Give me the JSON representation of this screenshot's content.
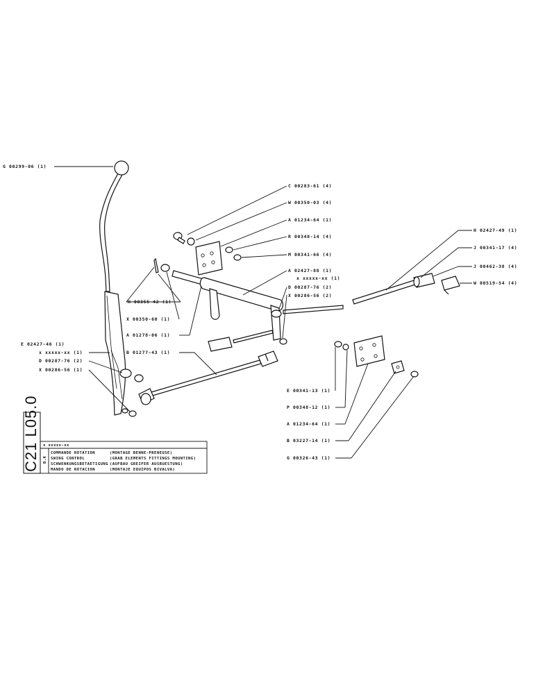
{
  "labels": {
    "g00299": "G 00299-06 (1)",
    "c00283": "C 00283-61 (4)",
    "w00350": "W 00350-03 (4)",
    "a01234a": "A 01234-64 (1)",
    "r00348": "R 00348-14 (4)",
    "m00341": "M 00341-66 (4)",
    "h02427": "H 02427-49 (1)",
    "j00341": "J 00341-17 (4)",
    "j00462": "J 00462-38 (4)",
    "w00519": "W 00519-54 (4)",
    "a02427": "A 02427-88 (1)",
    "xcode1": "x xxxxx-xx (1)",
    "d00287b": "D 00287-76 (2)",
    "x00286b": "X 00286-56 (2)",
    "h00355": "H 00355-42 (1)",
    "x00350": "X 00350-60 (1)",
    "a01278": "A 01278-06 (1)",
    "b01277": "B 01277-43 (1)",
    "e02427": "E 02427-46 (1)",
    "xcode2": "x xxxxx-xx (1)",
    "d00287a": "D 00287-76 (2)",
    "x00286a": "X 00286-56 (1)",
    "e00341": "E 00341-13 (1)",
    "p00348": "P 00348-12 (1)",
    "a01234b": "A 01234-64 (1)",
    "b03227": "B 03227-14 (1)",
    "g00326": "G 00326-43 (1)"
  },
  "title_block": {
    "code": "x xxxxx-xx",
    "sheet_number": "C21 L05.0",
    "rev_mark": "B.K",
    "lines_left": [
      "COMMANDE ROTATION",
      "SWING CONTROL",
      "SCHWENKUNGSBETAETIGUNG",
      "MANDO DE ROTACION"
    ],
    "lines_right": [
      "(MONTAGE BENNE-PRENEUSE)",
      "(GRAB ELEMENTS FITTINGS MOUNTING)",
      "(AUFBAU GREIFER AUSRUESTUNG)",
      "(MONTAJE EQUIPOS BIVALVA)"
    ]
  }
}
